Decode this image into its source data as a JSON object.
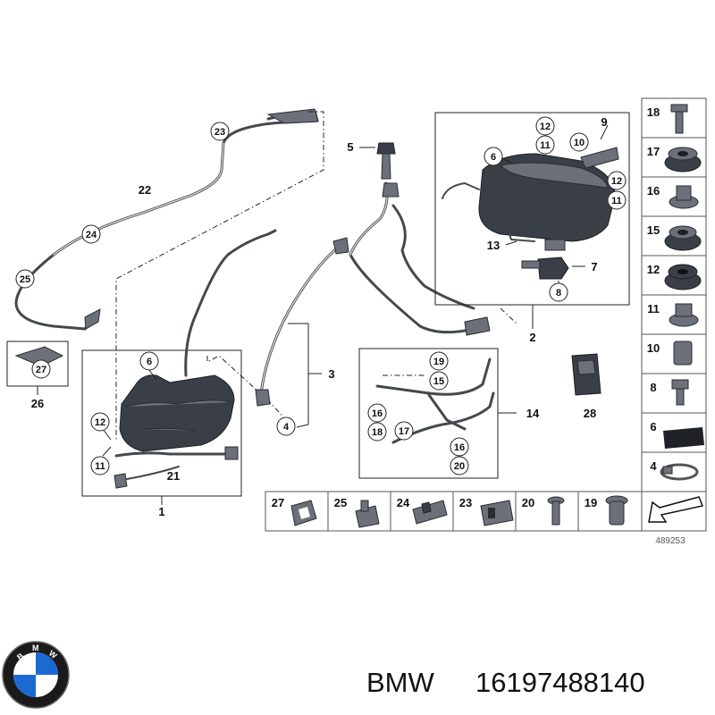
{
  "diagram": {
    "callouts": {
      "c1": "1",
      "c2": "2",
      "c3": "3",
      "c4a": "4",
      "c5": "5",
      "c6a": "6",
      "c6b": "6",
      "c7": "7",
      "c8": "8",
      "c9": "9",
      "c10": "10",
      "c11a": "11",
      "c11b": "11",
      "c11c": "11",
      "c12a": "12",
      "c12b": "12",
      "c12c": "12",
      "c13": "13",
      "c14": "14",
      "c15": "15",
      "c16a": "16",
      "c16b": "16",
      "c17": "17",
      "c18": "18",
      "c19": "19",
      "c20": "20",
      "c21": "21",
      "c22": "22",
      "c23": "23",
      "c24": "24",
      "c25": "25",
      "c26": "26",
      "c27": "27",
      "c28": "28"
    },
    "side_column": [
      "18",
      "17",
      "16",
      "15",
      "12",
      "11",
      "10",
      "8",
      "6",
      "4"
    ],
    "bottom_row": [
      "27",
      "25",
      "24",
      "23",
      "20",
      "19"
    ],
    "reference_number": "489253"
  },
  "footer": {
    "brand": "BMW",
    "part_number": "16197488140",
    "logo_letters": [
      "B",
      "M",
      "W"
    ]
  },
  "colors": {
    "part_dark": "#3a3f47",
    "line": "#222222",
    "logo_blue": "#1c69d4",
    "logo_ring": "#111111"
  }
}
